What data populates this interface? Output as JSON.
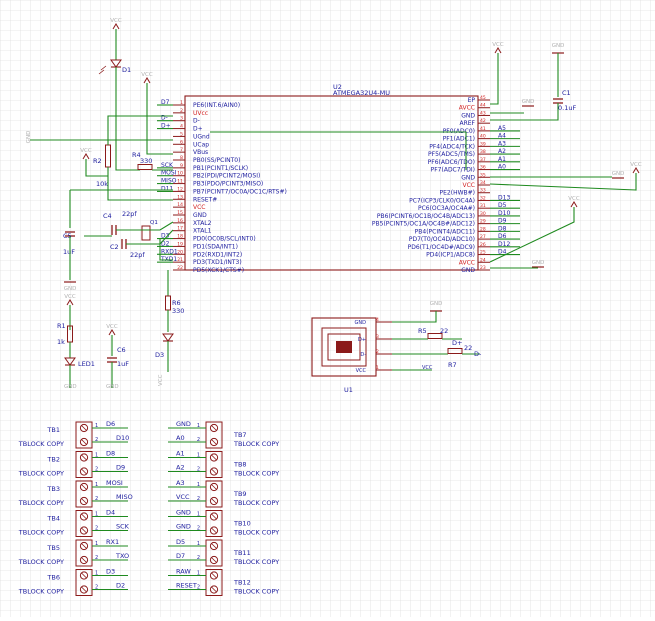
{
  "mcu": {
    "ref": "U2",
    "part": "ATMEGA32U4-MU",
    "left_pins": [
      [
        "PE6(INT.6/AIN0)",
        "1"
      ],
      [
        "UVcc",
        "2"
      ],
      [
        "D-",
        "3"
      ],
      [
        "D+",
        "4"
      ],
      [
        "UGnd",
        "5"
      ],
      [
        "UCap",
        "6"
      ],
      [
        "VBus",
        "7"
      ],
      [
        "PB0(SS/PCINT0)",
        "8"
      ],
      [
        "PB1(PCINT1/SCLK)",
        "9"
      ],
      [
        "PB2(PDI/PCINT2/MOSI)",
        "10"
      ],
      [
        "PB3(PDO/PCINT3/MISO)",
        "11"
      ],
      [
        "PB7(PCINT7/OC0A/OC1C/RTS#)",
        "12"
      ],
      [
        "RESET#",
        "13"
      ],
      [
        "VCC",
        "14"
      ],
      [
        "GND",
        "15"
      ],
      [
        "XTAL2",
        "16"
      ],
      [
        "XTAL1",
        "17"
      ],
      [
        "PD0(OC0B/SCL/INT0)",
        "18"
      ],
      [
        "PD1(SDA/INT1)",
        "19"
      ],
      [
        "PD2(RXD1/INT2)",
        "20"
      ],
      [
        "PD3(TXD1/INT3)",
        "21"
      ],
      [
        "PD5(XCK1/CTS#)",
        "22"
      ]
    ],
    "right_pins": [
      [
        "EP",
        "45"
      ],
      [
        "AVCC",
        "44"
      ],
      [
        "GND",
        "43"
      ],
      [
        "AREF",
        "42"
      ],
      [
        "PF0(ADC0)",
        "41"
      ],
      [
        "PF1(ADC1)",
        "40"
      ],
      [
        "PF4(ADC4/TCK)",
        "39"
      ],
      [
        "PF5(ADC5/TMS)",
        "38"
      ],
      [
        "PF6(ADC6/TDO)",
        "37"
      ],
      [
        "PF7(ADC7/TDI)",
        "36"
      ],
      [
        "GND",
        "35"
      ],
      [
        "VCC",
        "34"
      ],
      [
        "PE2(HWB#)",
        "33"
      ],
      [
        "PC7(ICP3/CLK0/OC4A)",
        "32"
      ],
      [
        "PC6(OC3A/OC4A#)",
        "31"
      ],
      [
        "PB6(PCINT6/OC1B/OC4B/ADC13)",
        "30"
      ],
      [
        "PB5(PCINT5/OC1A/OC4B#/ADC12)",
        "29"
      ],
      [
        "PB4(PCINT4/ADC11)",
        "28"
      ],
      [
        "PD7(T0/OC4D/ADC10)",
        "27"
      ],
      [
        "PD6(T1/OC4D#/ADC9)",
        "26"
      ],
      [
        "PD4(ICP1/ADC8)",
        "25"
      ],
      [
        "AVCC",
        "24"
      ],
      [
        "GND",
        "23"
      ]
    ],
    "left_nets": [
      "D7",
      "",
      "D-",
      "D+",
      "",
      "",
      "",
      "",
      "SCK",
      "MOSI",
      "MISO",
      "D11",
      "",
      "",
      "",
      "",
      "",
      "D3",
      "D2",
      "RXD1",
      "TXD1",
      ""
    ],
    "right_nets": [
      "",
      "",
      "",
      "",
      "A5",
      "A4",
      "A3",
      "A2",
      "A1",
      "A0",
      "",
      "",
      "",
      "D13",
      "D5",
      "D10",
      "D9",
      "D8",
      "D6",
      "D12",
      "D4",
      "",
      ""
    ]
  },
  "labels": {
    "vcc": "VCC",
    "gnd": "GND",
    "d1": "D1",
    "r4": "R4",
    "r4_val": "330",
    "r2": "R2",
    "r2_val": "10k",
    "c4": "C4",
    "c4_val": "22pf",
    "c2": "C2",
    "c2_val": "22pf",
    "q1": "Q1",
    "c5": "C5",
    "c5_val": "1uF",
    "c1": "C1",
    "c1_val": "0.1uF",
    "r6": "R6",
    "r6_val": "330",
    "d3": "D3",
    "r1": "R1",
    "r1_val": "1k",
    "led1": "LED1",
    "c6": "C6",
    "c6_val": "1uF",
    "u1": "U1",
    "r5": "R5",
    "r5_val": "22",
    "r7": "R7",
    "r7_val": "22",
    "usb_gnd": "GND",
    "usb_dp": "D+",
    "usb_dm": "D-",
    "usb_vcc": "VCC",
    "dp": "D+",
    "dm": "D-"
  },
  "terminal_blocks_left": [
    {
      "ref": "TB1",
      "part": "TBLOCK COPY",
      "nets": [
        "D6",
        "D10"
      ]
    },
    {
      "ref": "TB2",
      "part": "TBLOCK COPY",
      "nets": [
        "D8",
        "D9"
      ]
    },
    {
      "ref": "TB3",
      "part": "TBLOCK COPY",
      "nets": [
        "MOSI",
        "MISO"
      ]
    },
    {
      "ref": "TB4",
      "part": "TBLOCK COPY",
      "nets": [
        "D4",
        "SCK"
      ]
    },
    {
      "ref": "TB5",
      "part": "TBLOCK COPY",
      "nets": [
        "RX1",
        "TXO"
      ]
    },
    {
      "ref": "TB6",
      "part": "TBLOCK COPY",
      "nets": [
        "D3",
        "D2"
      ]
    }
  ],
  "terminal_blocks_right": [
    {
      "ref": "TB7",
      "part": "TBLOCK COPY",
      "nets": [
        "GND",
        "A0"
      ]
    },
    {
      "ref": "TB8",
      "part": "TBLOCK COPY",
      "nets": [
        "A1",
        "A2"
      ]
    },
    {
      "ref": "TB9",
      "part": "TBLOCK COPY",
      "nets": [
        "A3",
        "VCC"
      ]
    },
    {
      "ref": "TB10",
      "part": "TBLOCK COPY",
      "nets": [
        "GND",
        "GND"
      ]
    },
    {
      "ref": "TB11",
      "part": "TBLOCK COPY",
      "nets": [
        "D5",
        "D7"
      ]
    },
    {
      "ref": "TB12",
      "part": "TBLOCK COPY",
      "nets": [
        "RAW",
        "RESET"
      ]
    }
  ],
  "colors": {
    "grid": "#d6d6d6",
    "wire": "#1f8a1f",
    "part": "#8b1a1a",
    "text": "#1c1c9e",
    "pin_red": "#d22222",
    "supply": "#b0b0b0"
  }
}
